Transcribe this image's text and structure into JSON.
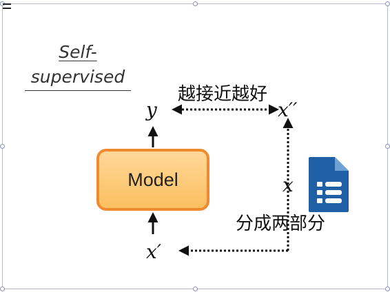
{
  "title": {
    "line1": "Self-",
    "line2": "supervised"
  },
  "variables": {
    "y": "y",
    "x_double_prime": "x′′",
    "x": "x",
    "x_prime": "x′"
  },
  "model": {
    "label": "Model"
  },
  "annotations": {
    "closer_is_better": "越接近越好",
    "split_in_two": "分成两部分"
  },
  "colors": {
    "model_border": "#f08a2e",
    "model_fill_top": "#ffd89a",
    "model_fill_bottom": "#fbbf5f",
    "doc_icon": "#1f5fa6",
    "frame": "#b6b8d8"
  },
  "icons": {
    "document": "document-list-icon"
  }
}
